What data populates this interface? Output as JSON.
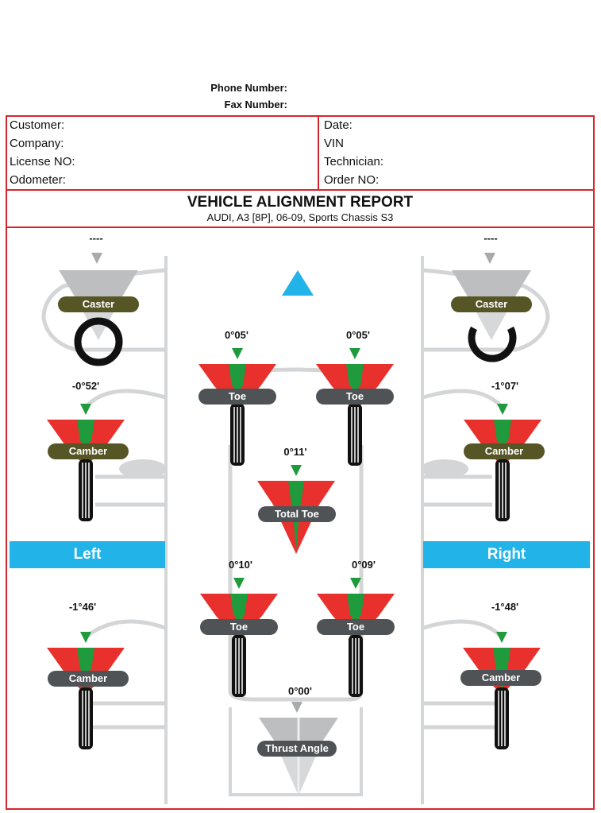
{
  "contact": {
    "phone_label": "Phone Number:",
    "fax_label": "Fax Number:"
  },
  "info": {
    "left": [
      "Customer:",
      "Company:",
      "License NO:",
      "Odometer:"
    ],
    "right": [
      "Date:",
      "VIN",
      "Technician:",
      "Order NO:"
    ]
  },
  "report": {
    "title": "VEHICLE ALIGNMENT REPORT",
    "vehicle": "AUDI, A3 [8P], 06-09, Sports Chassis S3"
  },
  "sides": {
    "left": "Left",
    "right": "Right"
  },
  "front_left": {
    "caster_value": "----",
    "caster_label": "Caster",
    "camber_value": "-0°52'",
    "camber_label": "Camber",
    "toe_value": "0°05'",
    "toe_label": "Toe"
  },
  "front_right": {
    "caster_value": "----",
    "caster_label": "Caster",
    "camber_value": "-1°07'",
    "camber_label": "Camber",
    "toe_value": "0°05'",
    "toe_label": "Toe"
  },
  "total_toe": {
    "value": "0°11'",
    "label": "Total Toe"
  },
  "rear_left": {
    "camber_value": "-1°46'",
    "camber_label": "Camber",
    "toe_value": "0°10'",
    "toe_label": "Toe"
  },
  "rear_right": {
    "camber_value": "-1°48'",
    "camber_label": "Camber",
    "toe_value": "0°09'",
    "toe_label": "Toe"
  },
  "thrust": {
    "value": "0°00'",
    "label": "Thrust Angle"
  },
  "colors": {
    "frame": "#d8252b",
    "gauge_red": "#e8302d",
    "gauge_green": "#1f9a3c",
    "indicator": "#22b4e8",
    "pill_dark": "#4f5356",
    "pill_olive": "#565525"
  }
}
